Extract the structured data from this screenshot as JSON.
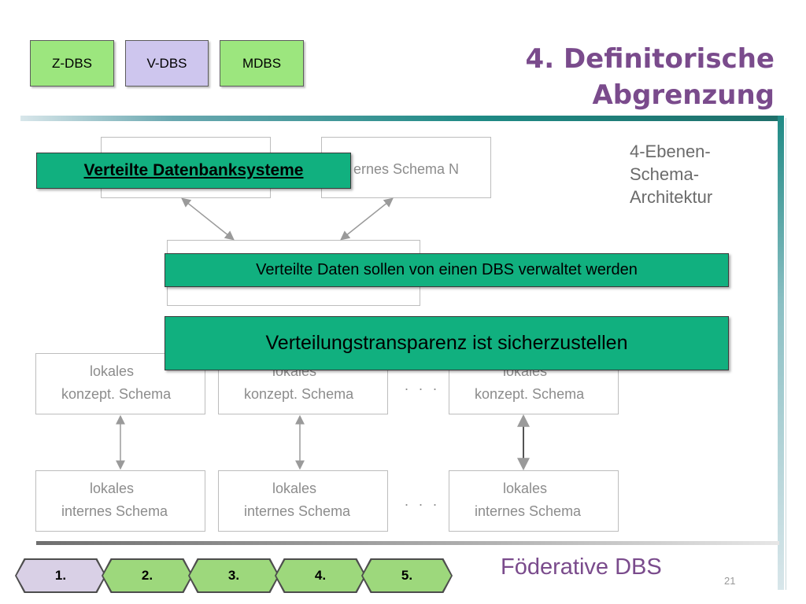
{
  "header": {
    "categories": [
      {
        "label": "Z-DBS",
        "color": "#9ce67e"
      },
      {
        "label": "V-DBS",
        "color": "#cec6ee"
      },
      {
        "label": "MDBS",
        "color": "#9ce67e"
      }
    ],
    "title_line1": "4. Definitorische",
    "title_line2": "Abgrenzung"
  },
  "side_label": {
    "line1": "4-Ebenen-",
    "line2": "Schema-",
    "line3": "Architektur"
  },
  "diagram": {
    "external_right": "ernes Schema N",
    "local_conceptual": {
      "line1": "lokales",
      "line2": "konzept. Schema"
    },
    "local_internal": {
      "line1": "lokales",
      "line2": "internes Schema"
    },
    "ellipsis": ". . ."
  },
  "callouts": {
    "main_heading": "Verteilte Datenbanksysteme",
    "statement1": "Verteilte Daten sollen von einen DBS verwaltet werden",
    "statement2": "Verteilungstransparenz ist sicherzustellen"
  },
  "footer": {
    "nav": [
      "1.",
      "2.",
      "3.",
      "4.",
      "5."
    ],
    "active_index": 0,
    "topic": "Föderative DBS",
    "page": "21"
  },
  "colors": {
    "accent_green": "#11b07f",
    "title_purple": "#7a4b8c",
    "rule_teal": "#1f8a85"
  }
}
